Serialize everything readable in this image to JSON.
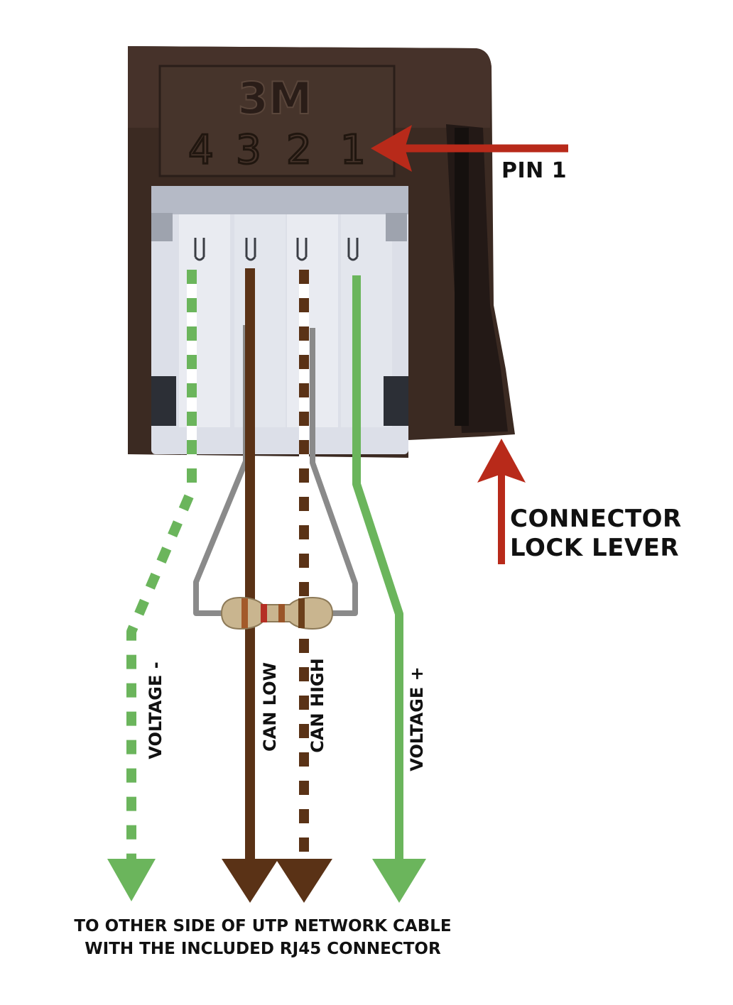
{
  "connector": {
    "brand": "3M",
    "pin_numbers": [
      "4",
      "3",
      "2",
      "1"
    ]
  },
  "callouts": {
    "pin1": "PIN 1",
    "lock_lever_line1": "CONNECTOR",
    "lock_lever_line2": "LOCK LEVER"
  },
  "wires": [
    {
      "label": "VOLTAGE -",
      "color": "#6bb55c",
      "pattern": "dashed-white"
    },
    {
      "label": "CAN LOW",
      "color": "#5a3216",
      "pattern": "solid"
    },
    {
      "label": "CAN HIGH",
      "color": "#5a3216",
      "pattern": "dashed-white"
    },
    {
      "label": "VOLTAGE +",
      "color": "#6bb55c",
      "pattern": "solid"
    }
  ],
  "footer": {
    "line1": "TO OTHER SIDE OF UTP NETWORK CABLE",
    "line2": "WITH THE INCLUDED RJ45 CONNECTOR"
  },
  "colors": {
    "arrow_red": "#b82a1a",
    "housing_dark": "#3a2a22",
    "resistor_lead": "#8a8a8a",
    "green": "#6bb55c",
    "brown": "#5a3216"
  }
}
